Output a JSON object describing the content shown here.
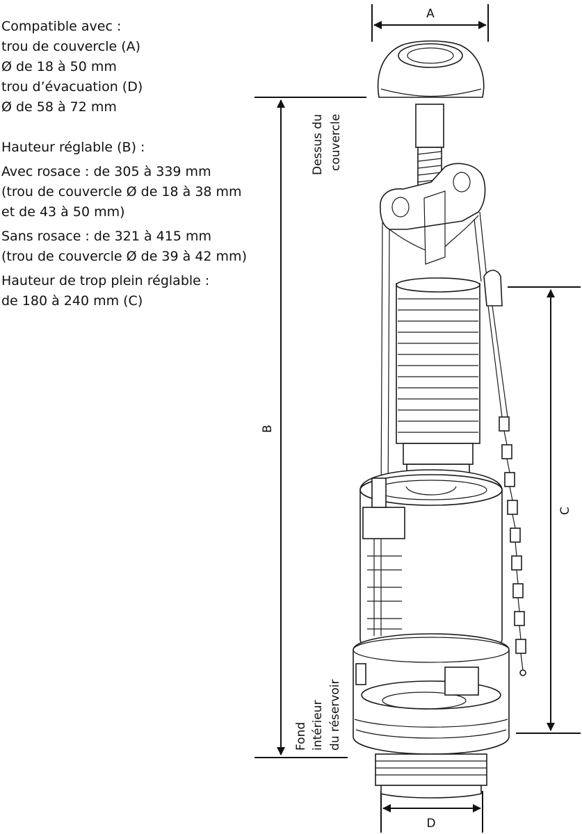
{
  "specs": {
    "compat_title": "Compatible avec :",
    "lid_hole": "trou de couvercle (A)",
    "lid_hole_range": "Ø de 18 à 50 mm",
    "drain_hole": "trou d’évacuation (D)",
    "drain_hole_range": "Ø de 58 à 72 mm",
    "height_title": "Hauteur réglable (B) :",
    "with_rosette_1": "Avec rosace : de 305 à 339 mm",
    "with_rosette_2": "(trou de couvercle Ø de 18 à 38 mm",
    "with_rosette_3": "et de 43 à 50 mm)",
    "without_rosette_1": "Sans rosace : de 321 à 415 mm",
    "without_rosette_2": "(trou de couvercle Ø de 39 à 42 mm)",
    "overflow_1": "Hauteur de trop plein réglable :",
    "overflow_2": "de 180 à 240 mm (C)"
  },
  "diagram": {
    "dim_a": "A",
    "dim_b": "B",
    "dim_c": "C",
    "dim_d": "D",
    "top_label_1": "Dessus du",
    "top_label_2": "couvercle",
    "bottom_label_1": "Fond",
    "bottom_label_2": "intérieur",
    "bottom_label_3": "du réservoir"
  }
}
